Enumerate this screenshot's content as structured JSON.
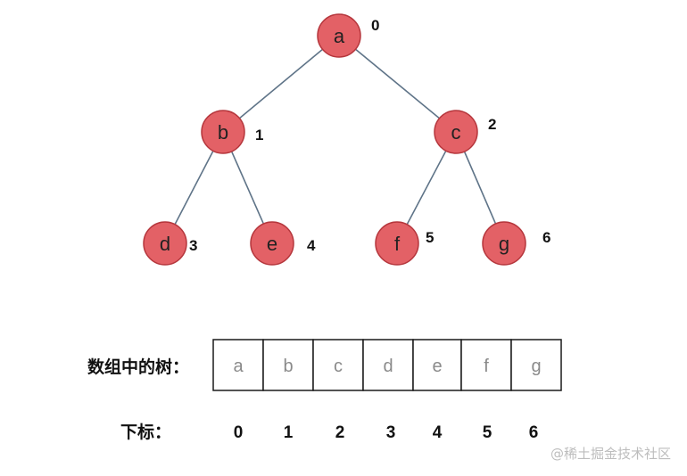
{
  "tree": {
    "nodes": [
      {
        "label": "a",
        "index": "0"
      },
      {
        "label": "b",
        "index": "1"
      },
      {
        "label": "c",
        "index": "2"
      },
      {
        "label": "d",
        "index": "3"
      },
      {
        "label": "e",
        "index": "4"
      },
      {
        "label": "f",
        "index": "5"
      },
      {
        "label": "g",
        "index": "6"
      }
    ],
    "colors": {
      "node_fill": "#e36166",
      "node_stroke": "#b5363c",
      "edge": "#5f7488"
    }
  },
  "array": {
    "label": "数组中的树：",
    "cells": [
      "a",
      "b",
      "c",
      "d",
      "e",
      "f",
      "g"
    ],
    "index_label": "下标：",
    "indices": [
      "0",
      "1",
      "2",
      "3",
      "4",
      "5",
      "6"
    ]
  },
  "watermark": "@稀土掘金技术社区"
}
